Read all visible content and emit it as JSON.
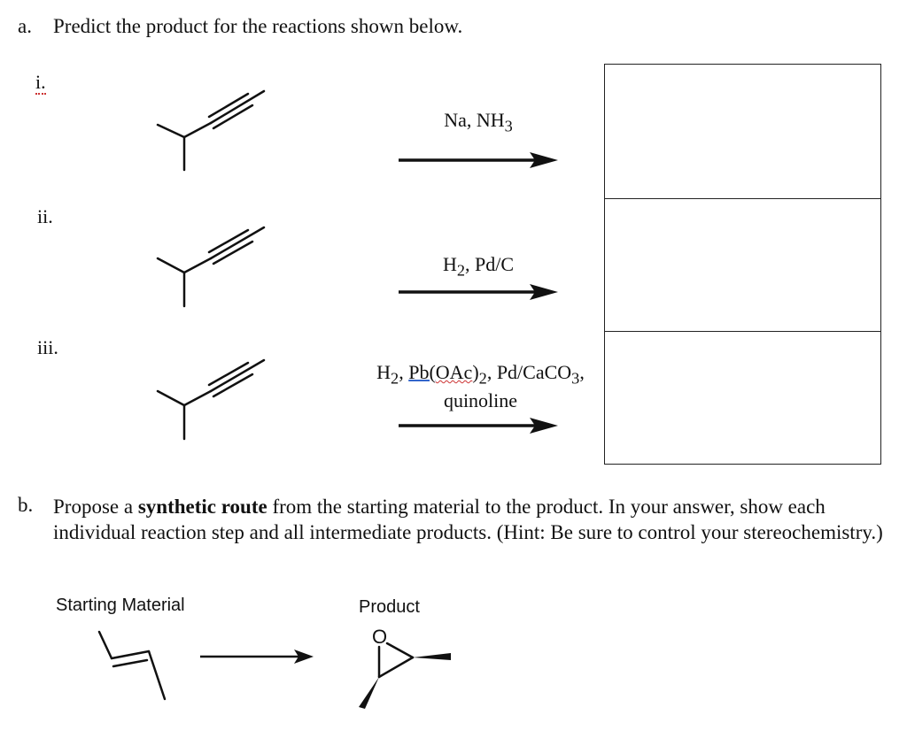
{
  "part_a": {
    "label": "a.",
    "prompt": "Predict the product for the reactions shown below.",
    "reactions": [
      {
        "label": "i.",
        "reagent_line1": "Na, NH",
        "reagent_sub1": "3"
      },
      {
        "label": "ii.",
        "reagent_pre": "H",
        "reagent_sub": "2",
        "reagent_post": ", Pd/C"
      },
      {
        "label": "iii.",
        "r3_h": "H",
        "r3_h_sub": "2",
        "r3_comma": ", ",
        "r3_pb": "Pb(",
        "r3_oac": "OAc",
        "r3_close": ")",
        "r3_close_sub": "2",
        "r3_mid": ", Pd/CaCO",
        "r3_mid_sub": "3",
        "r3_end": ",",
        "r3_line2": "quinoline"
      }
    ]
  },
  "part_b": {
    "label": "b.",
    "text_pre": "Propose a ",
    "text_bold": "synthetic route",
    "text_post": " from the starting material to the product. In your answer, show each individual reaction step and all intermediate products. (Hint: Be sure to control your stereochemistry.)",
    "starting_label": "Starting Material",
    "product_label": "Product",
    "oxygen_label": "O"
  }
}
